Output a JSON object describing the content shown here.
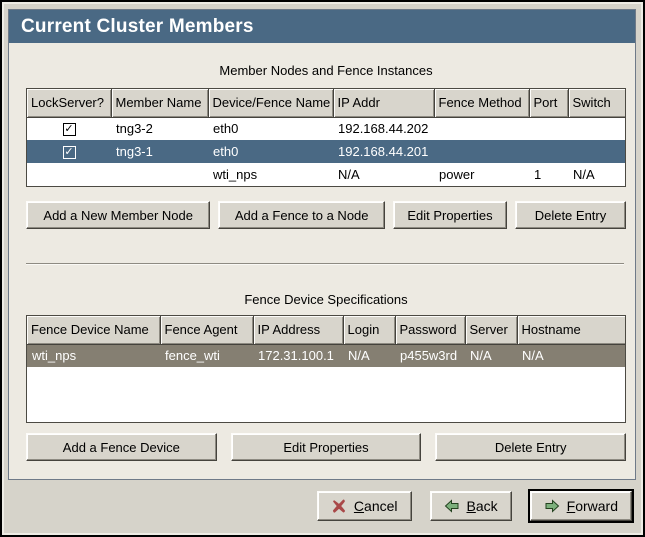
{
  "title": "Current Cluster Members",
  "colors": {
    "titlebar_bg": "#4a6984",
    "focused_selection": "#4a6984",
    "unfocused_selection": "#857f72",
    "panel_bg": "#edeae2",
    "button_bg": "#d8d5cc",
    "cancel_icon": "#a94848",
    "arrow_icon_fill": "#7cb07c"
  },
  "member_table": {
    "caption": "Member Nodes and Fence Instances",
    "columns": [
      "LockServer?",
      "Member Name",
      "Device/Fence Name",
      "IP Addr",
      "Fence Method",
      "Port",
      "Switch"
    ],
    "rows": [
      {
        "selected": false,
        "lockserver": true,
        "cells": [
          "tng3-2",
          "eth0",
          "192.168.44.202",
          "",
          "",
          ""
        ]
      },
      {
        "selected": true,
        "lockserver": true,
        "cells": [
          "tng3-1",
          "eth0",
          "192.168.44.201",
          "",
          "",
          ""
        ]
      },
      {
        "selected": false,
        "lockserver": false,
        "cells": [
          "",
          "wti_nps",
          "N/A",
          "power",
          "1",
          "N/A"
        ]
      }
    ],
    "buttons": [
      "Add a New Member Node",
      "Add a Fence to a Node",
      "Edit Properties",
      "Delete Entry"
    ]
  },
  "fence_table": {
    "caption": "Fence Device Specifications",
    "columns": [
      "Fence Device Name",
      "Fence Agent",
      "IP Address",
      "Login",
      "Password",
      "Server",
      "Hostname"
    ],
    "rows": [
      {
        "selected": true,
        "cells": [
          "wti_nps",
          "fence_wti",
          "172.31.100.1",
          "N/A",
          "p455w3rd",
          "N/A",
          "N/A"
        ]
      }
    ],
    "buttons": [
      "Add a Fence Device",
      "Edit Properties",
      "Delete Entry"
    ]
  },
  "footer": {
    "cancel": {
      "mnemonic": "C",
      "rest": "ancel"
    },
    "back": {
      "mnemonic": "B",
      "rest": "ack"
    },
    "forward": {
      "mnemonic": "F",
      "rest": "orward"
    }
  }
}
